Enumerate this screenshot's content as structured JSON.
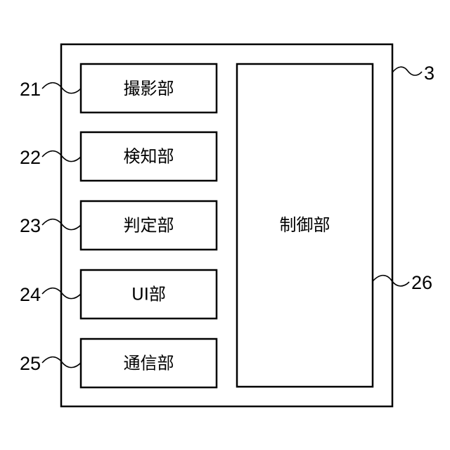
{
  "device": {
    "ref": "3"
  },
  "blocks": [
    {
      "label": "撮影部",
      "ref": "21"
    },
    {
      "label": "検知部",
      "ref": "22"
    },
    {
      "label": "判定部",
      "ref": "23"
    },
    {
      "label": "UI部",
      "ref": "24"
    },
    {
      "label": "通信部",
      "ref": "25"
    }
  ],
  "controller": {
    "label": "制御部",
    "ref": "26"
  }
}
